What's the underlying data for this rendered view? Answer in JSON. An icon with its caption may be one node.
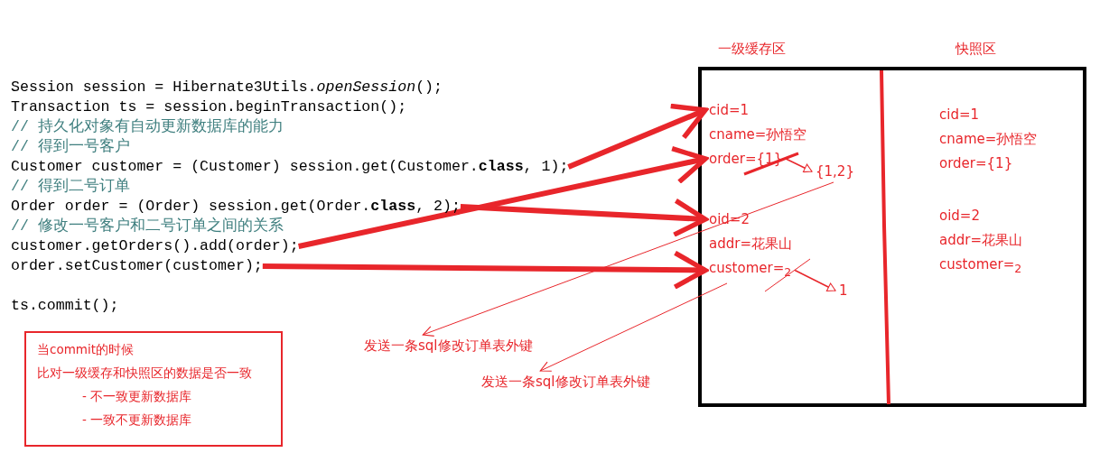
{
  "diagram": {
    "nodes": [
      {
        "text": [
          "一级缓存区"
        ]
      },
      {
        "text": [
          "快照区"
        ]
      },
      {
        "text": [
          "Customer customer = (Customer) session.get(Customer.**class**, 1);"
        ]
      },
      {
        "text": [
          "Order order = (Order) session.get(Order.**class**, 2);"
        ]
      },
      {
        "text": [
          "customer.getOrders().add(order);"
        ]
      },
      {
        "text": [
          "order.setCustomer(customer);"
        ]
      },
      {
        "text": [
          "cid=1"
        ],
        "in": 0
      },
      {
        "text": [
          "cname=孙悟空"
        ],
        "in": 0
      },
      {
        "text": [
          "order={1}"
        ],
        "in": 0
      },
      {
        "text": [
          "{1,2}"
        ],
        "in": 0
      },
      {
        "text": [
          "oid=2"
        ],
        "in": 0
      },
      {
        "text": [
          "addr=花果山"
        ],
        "in": 0
      },
      {
        "text": [
          "customer=$_{2}$"
        ],
        "in": 0
      },
      {
        "text": [
          "1"
        ],
        "in": 0
      },
      {
        "text": [
          "cid=1"
        ],
        "in": 1
      },
      {
        "text": [
          "cname=孙悟空"
        ],
        "in": 1
      },
      {
        "text": [
          "order={1}"
        ],
        "in": 1
      },
      {
        "text": [
          "oid=2"
        ],
        "in": 1
      },
      {
        "text": [
          "addr=花果山"
        ],
        "in": 1
      },
      {
        "text": [
          "customer=$_{2}$"
        ],
        "in": 1
      },
      {
        "text": [
          "发送一条sql修改订单表外键"
        ]
      },
      {
        "text": [
          "发送一条sql修改订单表外键"
        ]
      },
      {
        "text": [
          "当commit的时候",
          "比对一级缓存和快照区的数据是否一致",
          "- 不一致更新数据库",
          "- 一致不更新数据库"
        ]
      }
    ],
    "edges": [
      {
        "from": 2,
        "to": 6,
        "arrow": "to",
        "style": "thick"
      },
      {
        "from": 3,
        "to": 10,
        "arrow": "to",
        "style": "thick"
      },
      {
        "from": 4,
        "to": 8,
        "arrow": "to",
        "style": "thick"
      },
      {
        "from": 5,
        "to": 12,
        "arrow": "to",
        "style": "thick"
      },
      {
        "from": 8,
        "to": 9,
        "arrow": "to"
      },
      {
        "from": 12,
        "to": 13,
        "arrow": "to"
      },
      {
        "from": 9,
        "to": 20,
        "arrow": "to"
      },
      {
        "from": 12,
        "to": 21,
        "arrow": "to"
      }
    ],
    "labels": [
      "Session session = Hibernate3Utils.*openSession*();",
      "Transaction ts = session.beginTransaction();",
      "// 持久化对象有自动更新数据库的能力",
      "// 得到一号客户",
      "// 得到二号订单",
      "// 修改一号客户和二号订单之间的关系",
      "ts.commit();"
    ]
  }
}
